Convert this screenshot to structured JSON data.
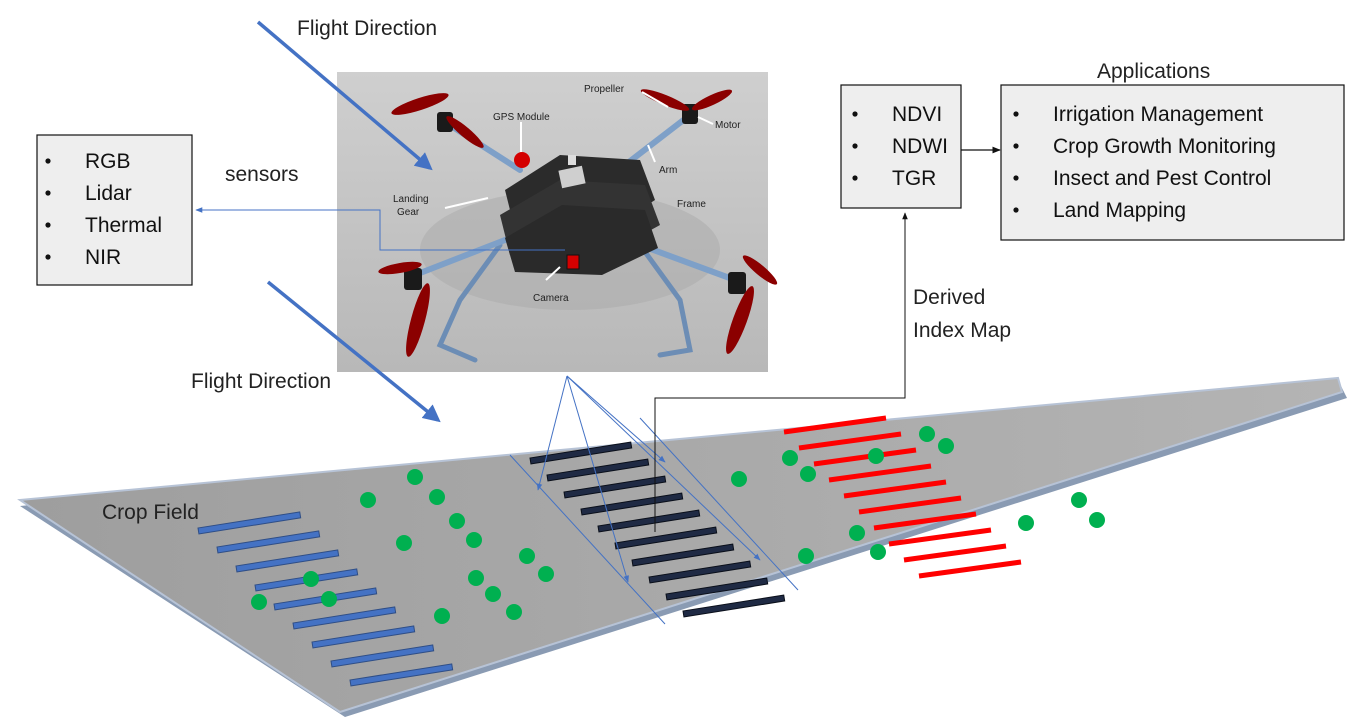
{
  "labels": {
    "flight_direction_top": "Flight Direction",
    "flight_direction_bottom": "Flight Direction",
    "sensors": "sensors",
    "applications_title": "Applications",
    "derived_line1": "Derived",
    "derived_line2": "Index Map",
    "crop_field": "Crop Field"
  },
  "sensor_list": [
    "RGB",
    "Lidar",
    "Thermal",
    "NIR"
  ],
  "index_list": [
    "NDVI",
    "NDWI",
    "TGR"
  ],
  "application_list": [
    "Irrigation Management",
    "Crop Growth Monitoring",
    "Insect and Pest Control",
    "Land Mapping"
  ],
  "drone_parts": {
    "gps": "GPS Module",
    "propeller": "Propeller",
    "motor": "Motor",
    "arm": "Arm",
    "frame": "Frame",
    "landing_line1": "Landing",
    "landing_line2": "Gear",
    "camera": "Camera"
  },
  "colors": {
    "arrow_blue": "#4472c4",
    "crop_blue": "#4472c4",
    "crop_dark": "#1f2a44",
    "crop_red": "#ff0000",
    "plant_green": "#00b050",
    "field_gray": "#a6a6a6",
    "box_fill": "#eeeeee",
    "propeller_red": "#8b0000"
  }
}
